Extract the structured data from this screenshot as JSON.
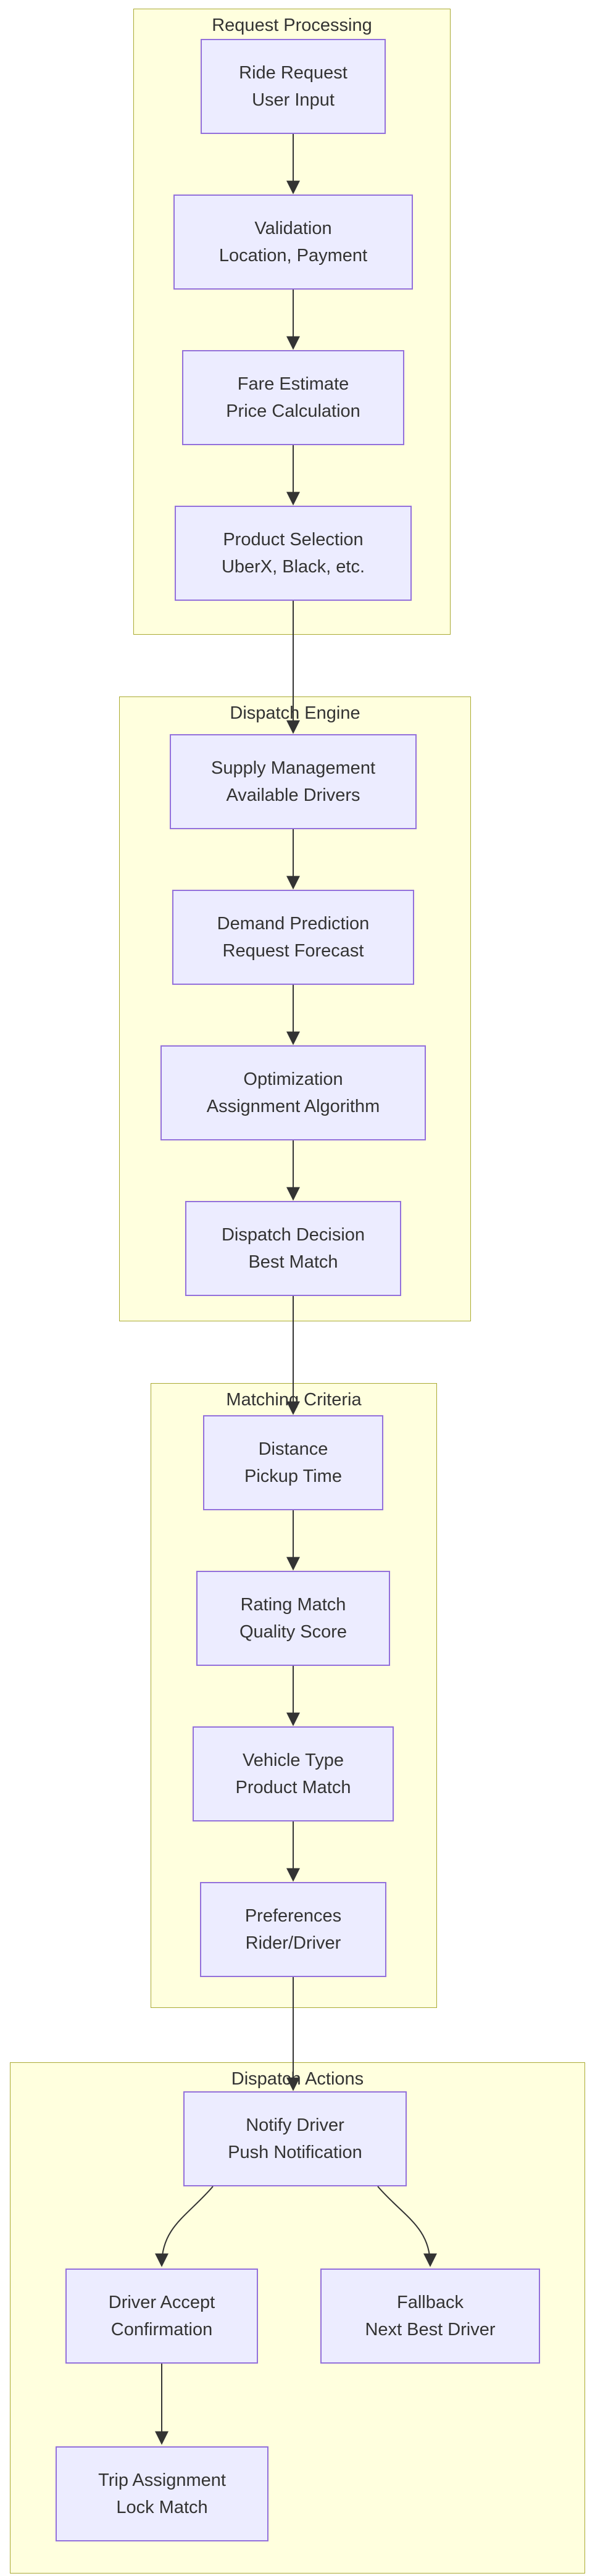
{
  "diagram_type": "flowchart",
  "colors": {
    "background": "#ffffff",
    "cluster_fill": "#ffffde",
    "cluster_border": "#aaaa33",
    "node_fill": "#ECECFF",
    "node_border": "#9370DB",
    "edge": "#333333",
    "text": "#333333"
  },
  "clusters": [
    {
      "title": "Request Processing",
      "nodes": [
        {
          "line1": "Ride Request",
          "line2": "User Input"
        },
        {
          "line1": "Validation",
          "line2": "Location, Payment"
        },
        {
          "line1": "Fare Estimate",
          "line2": "Price Calculation"
        },
        {
          "line1": "Product Selection",
          "line2": "UberX, Black, etc."
        }
      ]
    },
    {
      "title": "Dispatch Engine",
      "nodes": [
        {
          "line1": "Supply Management",
          "line2": "Available Drivers"
        },
        {
          "line1": "Demand Prediction",
          "line2": "Request Forecast"
        },
        {
          "line1": "Optimization",
          "line2": "Assignment Algorithm"
        },
        {
          "line1": "Dispatch Decision",
          "line2": "Best Match"
        }
      ]
    },
    {
      "title": "Matching Criteria",
      "nodes": [
        {
          "line1": "Distance",
          "line2": "Pickup Time"
        },
        {
          "line1": "Rating Match",
          "line2": "Quality Score"
        },
        {
          "line1": "Vehicle Type",
          "line2": "Product Match"
        },
        {
          "line1": "Preferences",
          "line2": "Rider/Driver"
        }
      ]
    },
    {
      "title": "Dispatch Actions",
      "nodes": [
        {
          "line1": "Notify Driver",
          "line2": "Push Notification"
        },
        {
          "line1": "Driver Accept",
          "line2": "Confirmation"
        },
        {
          "line1": "Fallback",
          "line2": "Next Best Driver"
        },
        {
          "line1": "Trip Assignment",
          "line2": "Lock Match"
        }
      ]
    }
  ]
}
